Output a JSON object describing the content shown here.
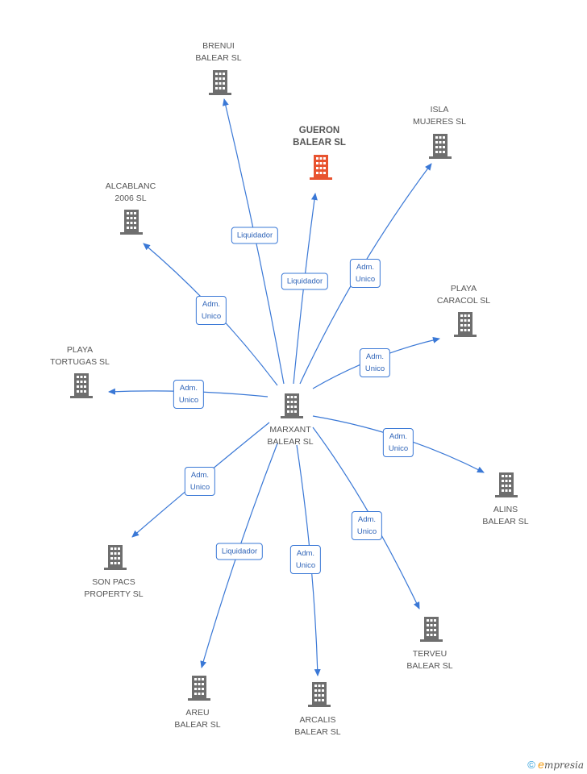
{
  "colors": {
    "edge": "#3a78d6",
    "building": "#6e6e6e",
    "focus_building": "#e8532f"
  },
  "nodes": [
    {
      "id": "marxant",
      "lines": [
        "MARXANT",
        "BALEAR SL"
      ],
      "icon": "building-icon"
    },
    {
      "id": "brenui",
      "lines": [
        "BRENUI",
        "BALEAR SL"
      ],
      "icon": "building-icon"
    },
    {
      "id": "gueron",
      "lines": [
        "GUERON",
        "BALEAR SL"
      ],
      "icon": "building-icon",
      "focus": true
    },
    {
      "id": "isla",
      "lines": [
        "ISLA",
        "MUJERES SL"
      ],
      "icon": "building-icon"
    },
    {
      "id": "alcablanc",
      "lines": [
        "ALCABLANC",
        "2006 SL"
      ],
      "icon": "building-icon"
    },
    {
      "id": "caracol",
      "lines": [
        "PLAYA",
        "CARACOL SL"
      ],
      "icon": "building-icon"
    },
    {
      "id": "tortugas",
      "lines": [
        "PLAYA",
        "TORTUGAS SL"
      ],
      "icon": "building-icon"
    },
    {
      "id": "alins",
      "lines": [
        "ALINS",
        "BALEAR SL"
      ],
      "icon": "building-icon"
    },
    {
      "id": "sonpacs",
      "lines": [
        "SON PACS",
        "PROPERTY SL"
      ],
      "icon": "building-icon"
    },
    {
      "id": "terveu",
      "lines": [
        "TERVEU",
        "BALEAR SL"
      ],
      "icon": "building-icon"
    },
    {
      "id": "areu",
      "lines": [
        "AREU",
        "BALEAR SL"
      ],
      "icon": "building-icon"
    },
    {
      "id": "arcalis",
      "lines": [
        "ARCALIS",
        "BALEAR SL"
      ],
      "icon": "building-icon"
    }
  ],
  "edges": [
    {
      "to": "brenui",
      "label": [
        "Liquidador"
      ]
    },
    {
      "to": "gueron",
      "label": [
        "Liquidador"
      ]
    },
    {
      "to": "isla",
      "label": [
        "Adm.",
        "Unico"
      ]
    },
    {
      "to": "alcablanc",
      "label": [
        "Adm.",
        "Unico"
      ]
    },
    {
      "to": "caracol",
      "label": [
        "Adm.",
        "Unico"
      ]
    },
    {
      "to": "tortugas",
      "label": [
        "Adm.",
        "Unico"
      ]
    },
    {
      "to": "alins",
      "label": [
        "Adm.",
        "Unico"
      ]
    },
    {
      "to": "sonpacs",
      "label": [
        "Adm.",
        "Unico"
      ]
    },
    {
      "to": "terveu",
      "label": [
        "Adm.",
        "Unico"
      ]
    },
    {
      "to": "areu",
      "label": [
        "Liquidador"
      ]
    },
    {
      "to": "arcalis",
      "label": [
        "Adm.",
        "Unico"
      ]
    }
  ],
  "footer": {
    "copyright": "©",
    "brand_initial": "e",
    "brand_rest": "mpresia"
  }
}
